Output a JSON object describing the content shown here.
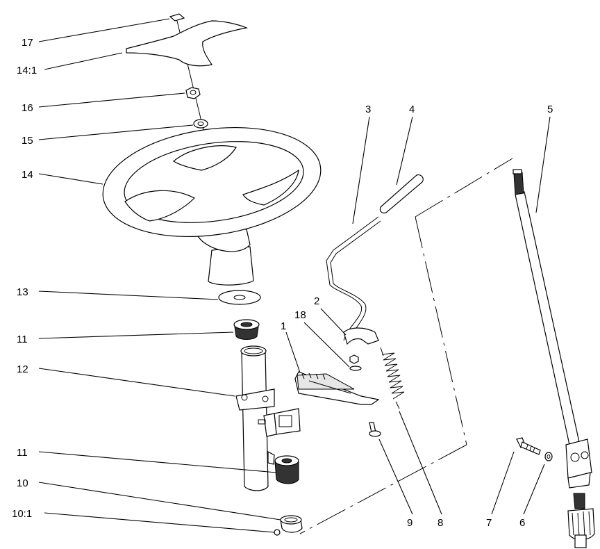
{
  "callouts": {
    "c17": "17",
    "c14_1": "14:1",
    "c16": "16",
    "c15": "15",
    "c14": "14",
    "c13": "13",
    "c11_top": "11",
    "c12": "12",
    "c11_bottom": "11",
    "c10": "10",
    "c10_1": "10:1",
    "c3": "3",
    "c4": "4",
    "c5": "5",
    "c2": "2",
    "c18": "18",
    "c1": "1",
    "c9": "9",
    "c8": "8",
    "c7": "7",
    "c6": "6"
  },
  "parts": [
    "center-cap",
    "steering-wheel-insert",
    "lock-nut",
    "washer",
    "steering-wheel",
    "spacer-washer",
    "bushing-upper",
    "steering-column-housing",
    "bushing-lower",
    "collar",
    "set-screw",
    "throttle-lever",
    "lever-grip",
    "steering-shaft",
    "carriage-bolt",
    "flat-washer",
    "spring",
    "capscrew",
    "lock-washer",
    "nut",
    "pinion-gear"
  ]
}
